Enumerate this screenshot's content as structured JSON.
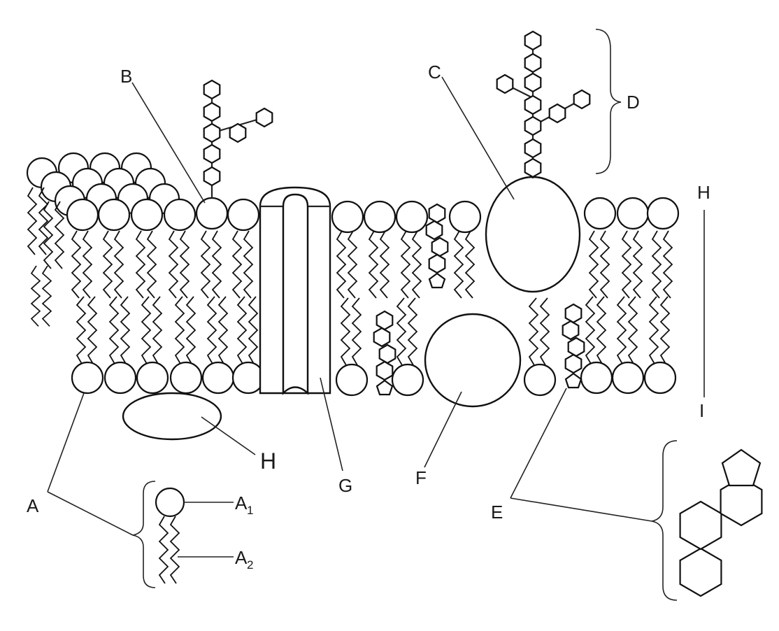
{
  "labels": {
    "A": "A",
    "A1": "A",
    "A1_sub": "1",
    "A2": "A",
    "A2_sub": "2",
    "B": "B",
    "C": "C",
    "D": "D",
    "E": "E",
    "F": "F",
    "G": "G",
    "H_protein": "H",
    "H_side": "H",
    "I_side": "I"
  }
}
